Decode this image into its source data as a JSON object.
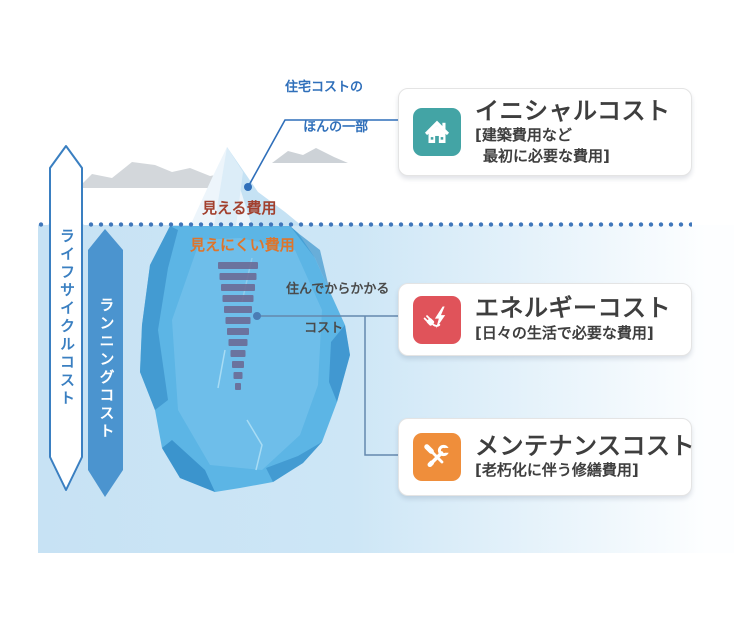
{
  "diagram_title_context": {
    "visible_cost": "見える費用",
    "hidden_cost": "見えにくい費用",
    "tip_note_line1": "住宅コストの",
    "tip_note_line2": "ほんの一部",
    "living_cost_line1": "住んでからかかる",
    "living_cost_line2": "コスト"
  },
  "left_bars": {
    "lifecycle": "ライフサイクルコスト",
    "running": "ランニングコスト"
  },
  "cards": [
    {
      "title": "イニシャルコスト",
      "subtitle_line1": "[建築費用など",
      "subtitle_line2": "最初に必要な費用]",
      "icon": "house-icon",
      "icon_color": "#43a4a5"
    },
    {
      "title": "エネルギーコスト",
      "subtitle_line1": "[日々の生活で必要な費用]",
      "subtitle_line2": "",
      "icon": "plug-bolt-icon",
      "icon_color": "#e0535a"
    },
    {
      "title": "メンテナンスコスト",
      "subtitle_line1": "[老朽化に伴う修繕費用]",
      "subtitle_line2": "",
      "icon": "tools-icon",
      "icon_color": "#ef8e3b"
    }
  ],
  "colors": {
    "water": "#cde6f6",
    "waterline_dots": "#4077bb",
    "iceberg_above": "#edf5fb",
    "iceberg_below": "#5cb5e5",
    "lifecycle_bar_border": "#3a7fc1",
    "running_bar_fill": "#4b94cf",
    "visible_cost_text": "#a2402e",
    "hidden_cost_text": "#de752c",
    "annotation_blue": "#2f6fba",
    "funnel_bars": "#6b6691"
  }
}
